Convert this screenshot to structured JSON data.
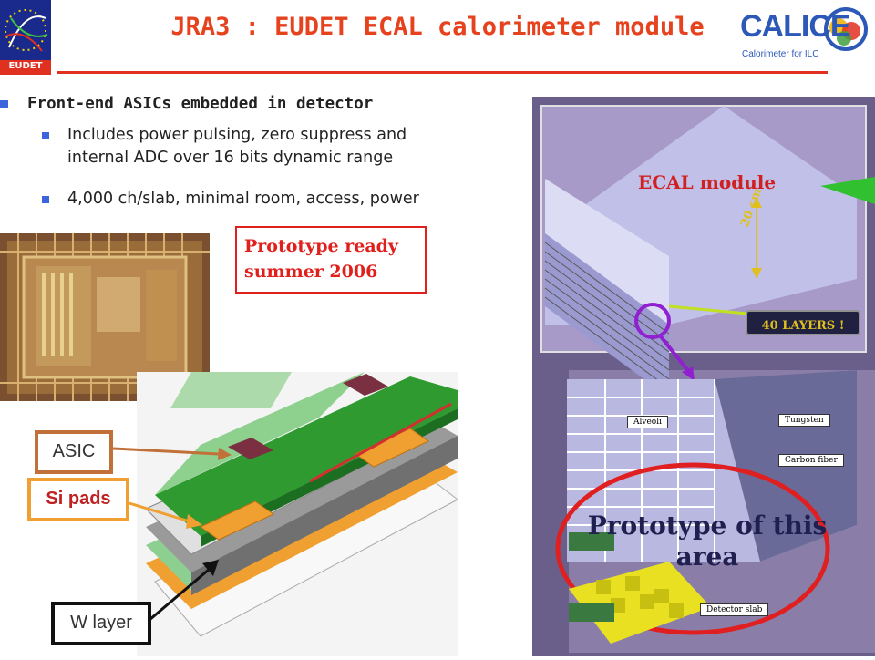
{
  "header": {
    "title": "JRA3 : EUDET ECAL calorimeter module",
    "logo_left_text": "EUDET",
    "logo_right_text": "CALICE",
    "logo_right_subtitle": "Calorimeter for ILC"
  },
  "bullets": {
    "main": "Front-end ASICs embedded in detector",
    "sub": [
      [
        "Includes power pulsing, zero suppress and",
        "internal ADC over 16 bits dynamic range"
      ],
      [
        "4,000 ch/slab, minimal room, access, power"
      ]
    ]
  },
  "prototype_box": [
    "Prototype ready",
    "summer 2006"
  ],
  "callouts": {
    "asic": "ASIC",
    "si_pads": "Si pads",
    "w_layer": "W layer"
  },
  "right_figure": {
    "module_label": "ECAL module",
    "dimension": "20 cm",
    "layers": "40 LAYERS !",
    "alveoli": "Alveoli",
    "tungsten": "Tungsten",
    "carbon_fiber": "Carbon fiber",
    "prototype_area": [
      "Prototype of this",
      "area"
    ],
    "detector_slab": "Detector slab"
  },
  "colors": {
    "title": "#e6421e",
    "accent_rule": "#e03020",
    "bullet": "#3c64dc",
    "prototype_box": "#e0201c",
    "asic_callout": "#c07038",
    "si_pads_callout": "#f0a030"
  }
}
